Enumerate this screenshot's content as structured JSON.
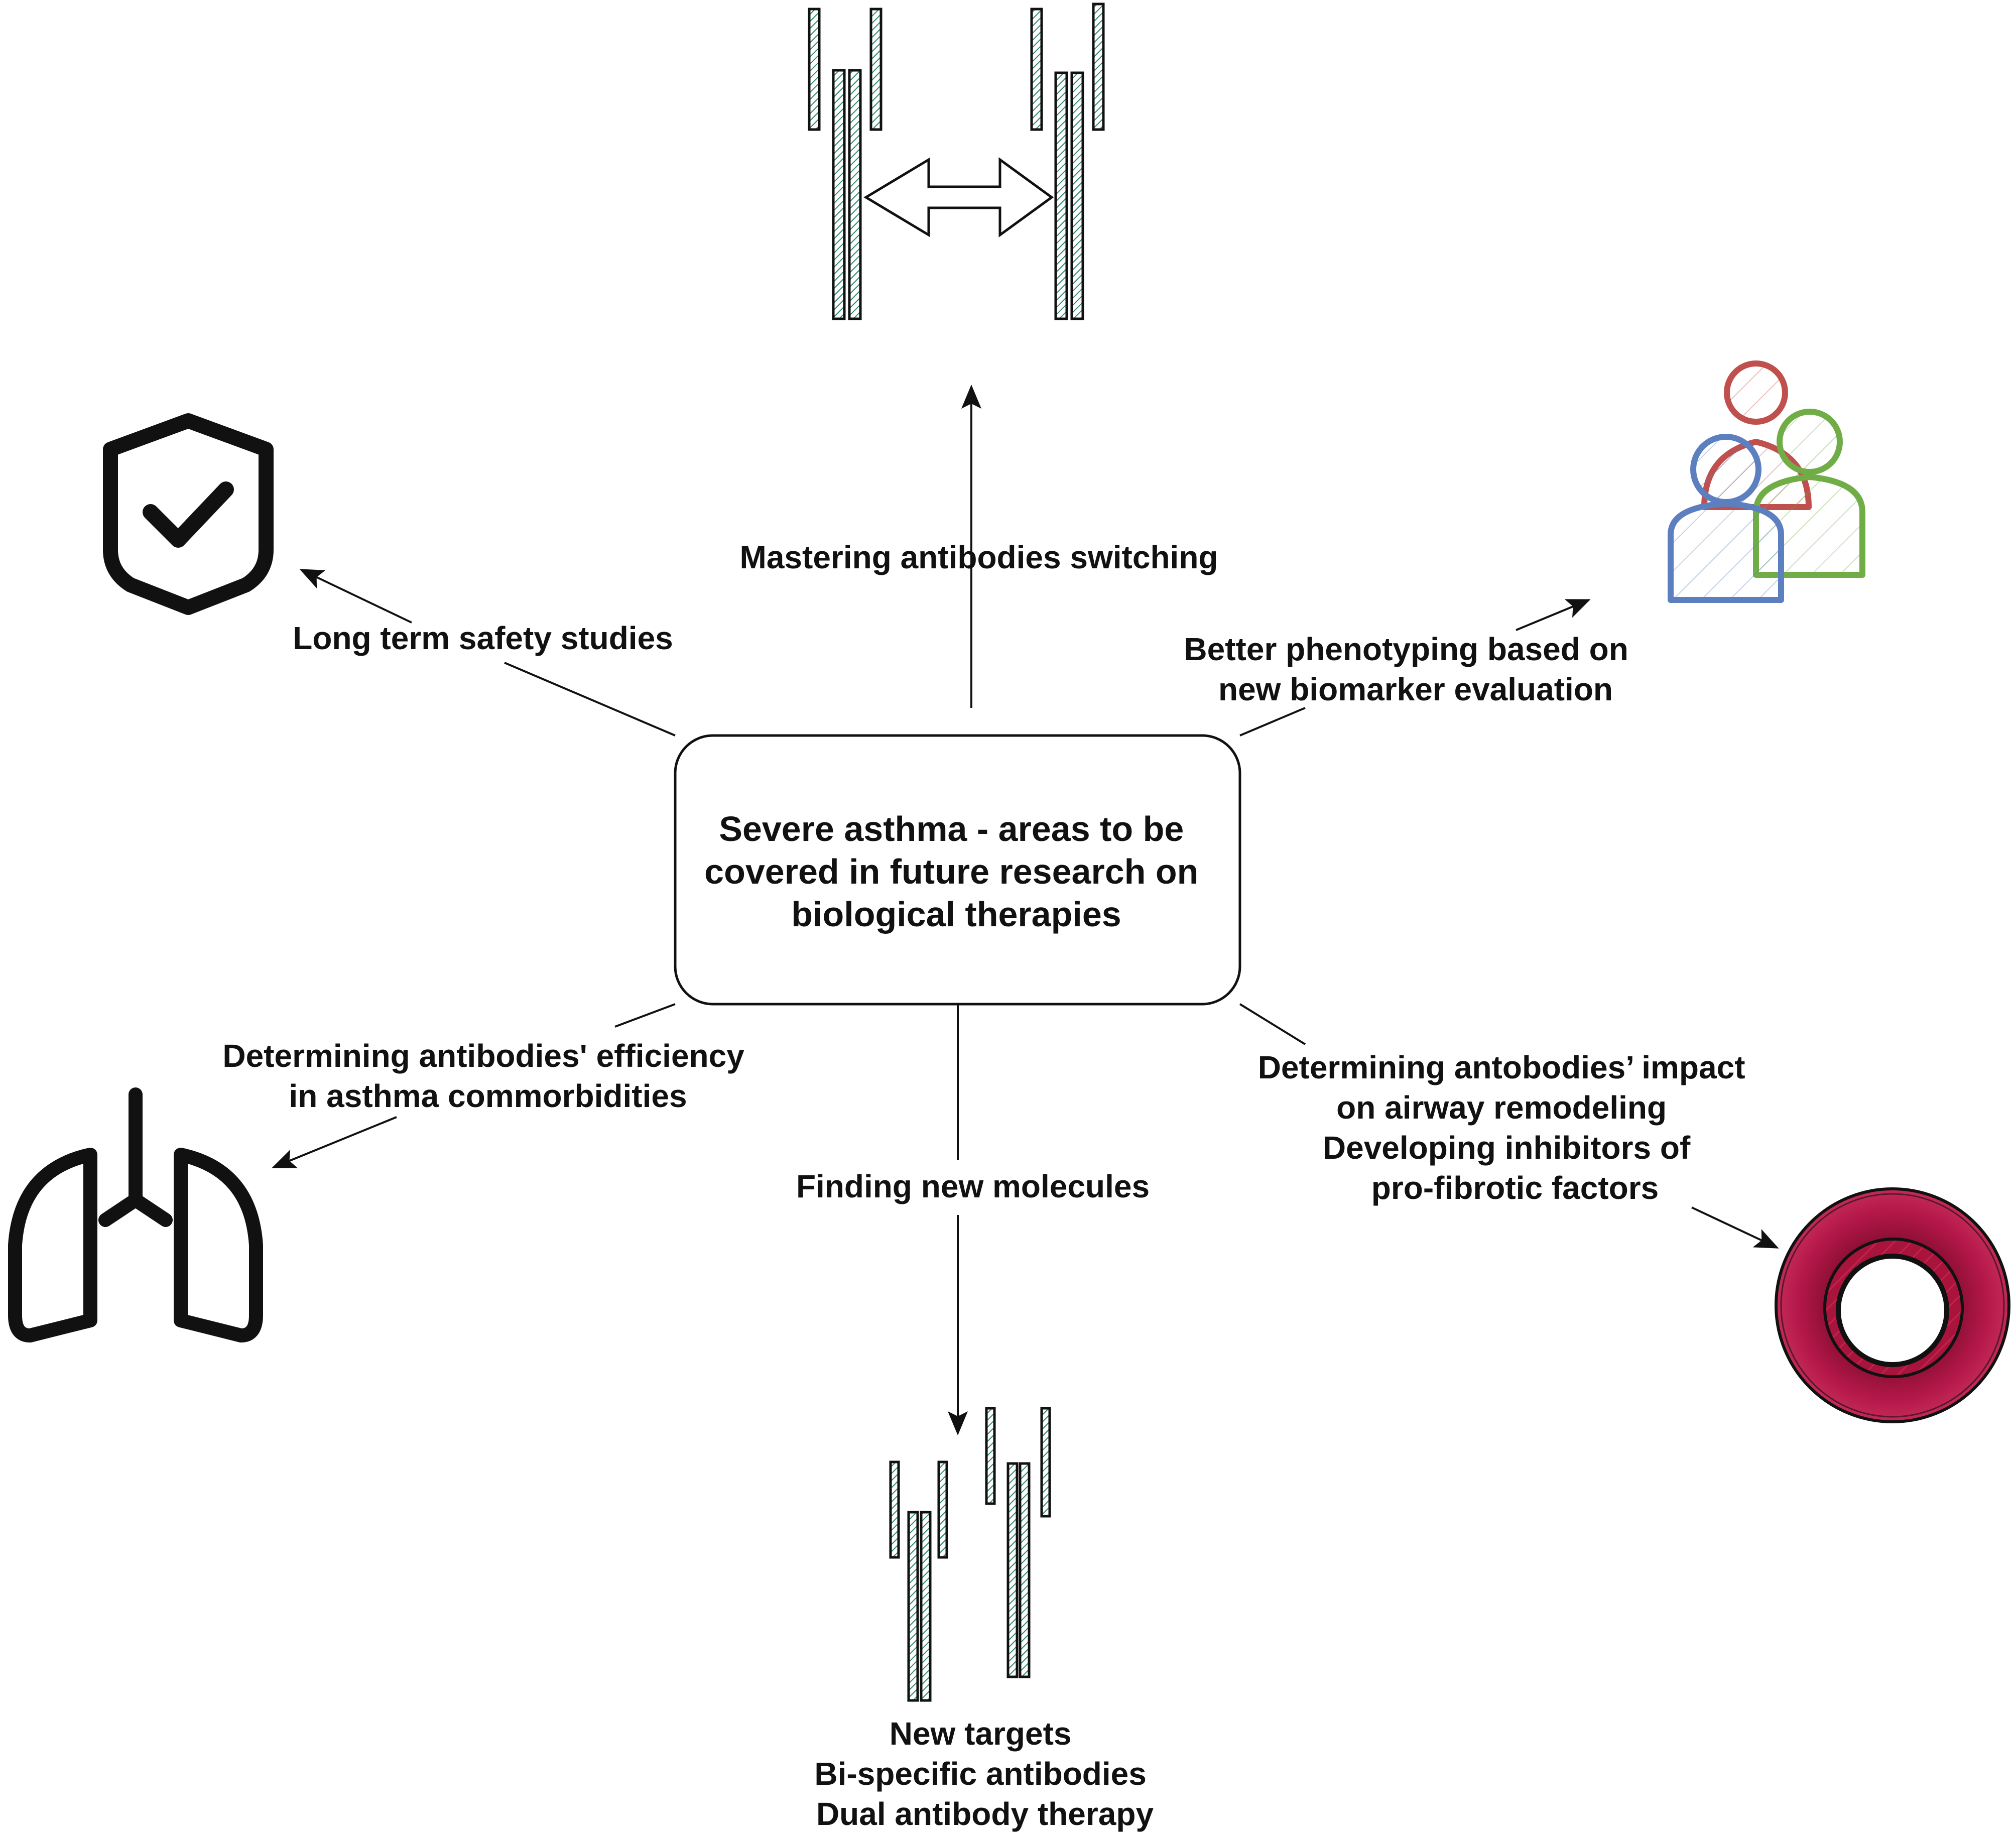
{
  "center": {
    "lines": [
      "Severe asthma - areas to be",
      "covered in future research on",
      "biological therapies"
    ]
  },
  "branches": {
    "switching": {
      "lines": [
        "Mastering antibodies switching"
      ]
    },
    "safety": {
      "lines": [
        "Long term safety studies"
      ]
    },
    "phenotyping": {
      "lines": [
        "Better phenotyping based on",
        "new biomarker evaluation"
      ]
    },
    "comorbidities": {
      "lines": [
        "Determining antibodies' efficiency",
        "in asthma commorbidities"
      ]
    },
    "molecules": {
      "lines": [
        "Finding new molecules"
      ]
    },
    "remodeling": {
      "lines": [
        "Determining antobodies’ impact",
        "on airway remodeling",
        "Developing inhibitors of",
        "pro-fibrotic factors"
      ]
    },
    "targets": {
      "lines": [
        "New targets",
        "Bi-specific antibodies",
        "Dual antibody therapy"
      ]
    }
  },
  "colors": {
    "ink": "#111111",
    "antibody_fill": "#2f8a6a",
    "person_red": "#c0504d",
    "person_green": "#70ad47",
    "person_blue": "#5b7fbf",
    "airway_ring": "#a8143c",
    "airway_ring_light": "#d42a55"
  },
  "icons": [
    "antibody-switch-icon",
    "shield-check-icon",
    "people-icon",
    "lungs-icon",
    "airway-ring-icon",
    "antibody-pair-icon"
  ]
}
